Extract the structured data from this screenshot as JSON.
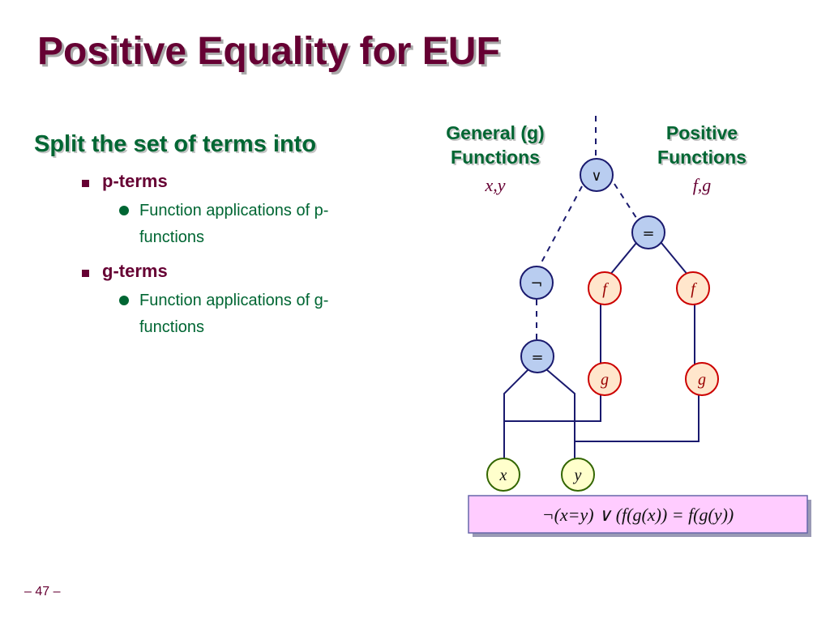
{
  "slide": {
    "title": "Positive Equality for EUF",
    "page_number": "– 47 –"
  },
  "outline": {
    "heading": "Split the set of terms into",
    "items": [
      {
        "label": "p-terms",
        "sub": "Function applications of p-functions"
      },
      {
        "label": "g-terms",
        "sub": "Function applications of g-functions"
      }
    ]
  },
  "diagram": {
    "general_header": {
      "line1": "General (g)",
      "line2": "Functions",
      "vars": "x,y"
    },
    "positive_header": {
      "line1": "Positive",
      "line2": "Functions",
      "vars": "f,g"
    },
    "nodes": {
      "or": "∨",
      "eq_top": "=",
      "not": "¬",
      "f_left": "f",
      "f_right": "f",
      "eq_bottom": "=",
      "g_left": "g",
      "g_right": "g",
      "x": "x",
      "y": "y"
    },
    "formula": "¬(x=y) ∨ (f(g(x)) = f(g(y))",
    "colors": {
      "g_node_fill": "#b9cdf0",
      "p_node_fill": "#ffe6cc",
      "p_node_stroke": "#cc0000",
      "leaf_fill": "#ffffcc",
      "leaf_stroke": "#336600",
      "formula_box": "#ffccff"
    }
  }
}
